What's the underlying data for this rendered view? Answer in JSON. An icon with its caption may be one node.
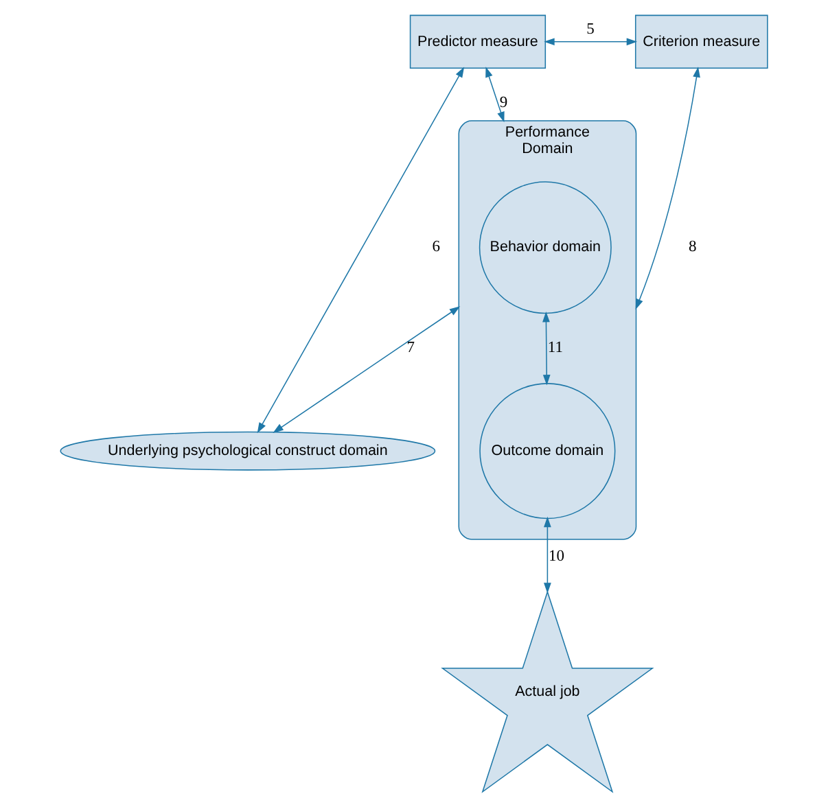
{
  "diagram": {
    "nodes": [
      {
        "text": [
          "Predictor measure"
        ]
      },
      {
        "text": [
          "Criterion measure"
        ]
      },
      {
        "text": [
          "Performance",
          "Domain"
        ]
      },
      {
        "text": [
          "Behavior domain"
        ],
        "in": 2
      },
      {
        "text": [
          "Outcome domain"
        ],
        "in": 2
      },
      {
        "text": [
          "Actual job"
        ]
      },
      {
        "text": [
          "Underlying psychological construct domain"
        ]
      }
    ],
    "edges": [
      {
        "from": 0,
        "to": 1,
        "arrow": "both",
        "label": "5"
      },
      {
        "from": 0,
        "to": 6,
        "arrow": "both",
        "label": "6"
      },
      {
        "from": 0,
        "to": 2,
        "arrow": "both",
        "label": "9"
      },
      {
        "from": 1,
        "to": 2,
        "arrow": "both",
        "label": "8"
      },
      {
        "from": 2,
        "to": 6,
        "arrow": "both",
        "label": "7"
      },
      {
        "from": 3,
        "to": 4,
        "arrow": "both",
        "label": "11"
      },
      {
        "from": 4,
        "to": 5,
        "arrow": "both",
        "label": "10"
      }
    ]
  }
}
